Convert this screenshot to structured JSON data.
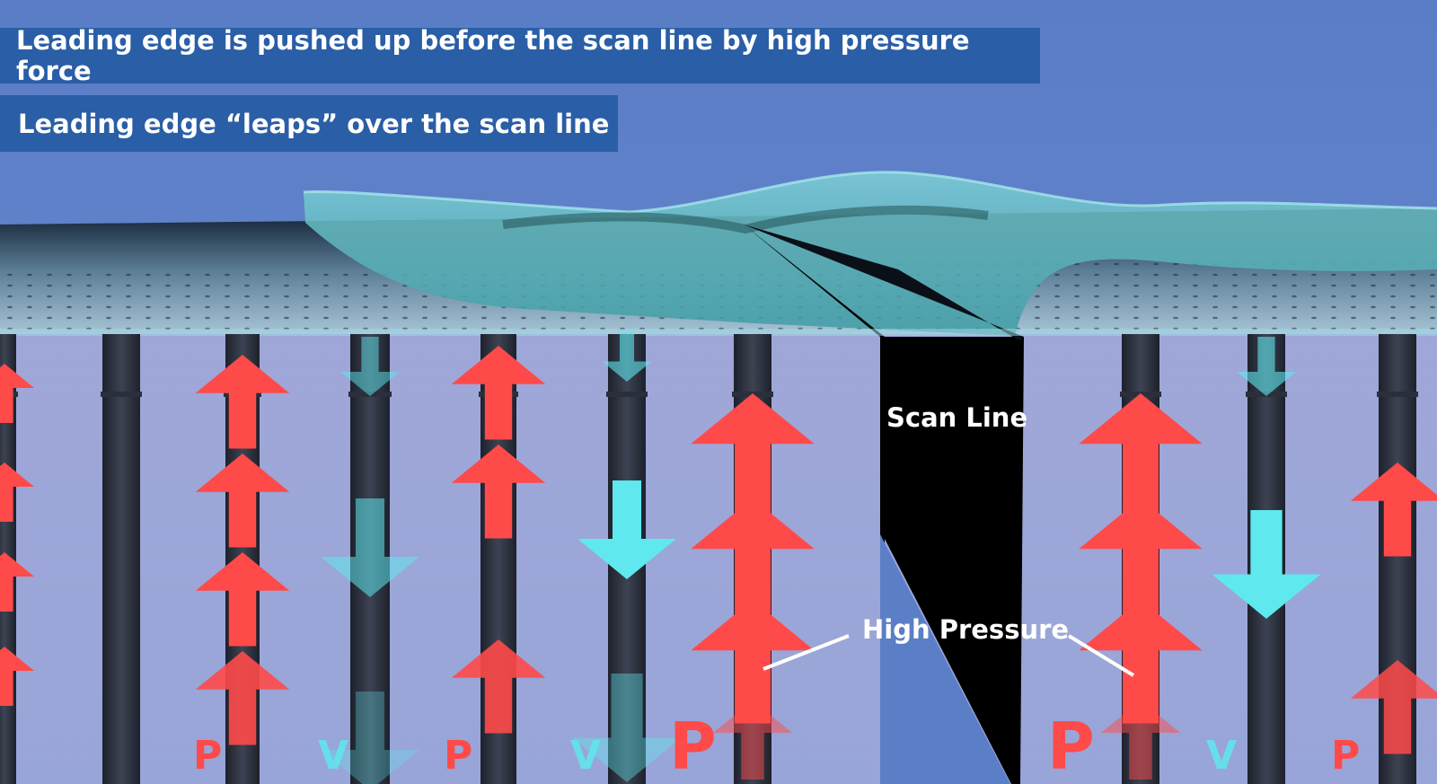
{
  "captions": {
    "line1": "Leading edge is pushed up before the scan line by high pressure force",
    "line2": "Leading edge “leaps” over the scan line"
  },
  "labels": {
    "scan_line": "Scan Line",
    "high_pressure": "High Pressure"
  },
  "markers": [
    {
      "text": "P",
      "kind": "pressure"
    },
    {
      "text": "V",
      "kind": "vacuum"
    },
    {
      "text": "P",
      "kind": "pressure"
    },
    {
      "text": "V",
      "kind": "vacuum"
    },
    {
      "text": "P",
      "kind": "pressure"
    },
    {
      "text": "P",
      "kind": "pressure"
    },
    {
      "text": "V",
      "kind": "vacuum"
    },
    {
      "text": "P",
      "kind": "pressure"
    }
  ],
  "colors": {
    "background": "#5b7fc6",
    "caption_bg": "#2a5ea6",
    "pressure": "#ff4a4a",
    "vacuum": "#5fe8ee",
    "scan_line": "#000000",
    "film": "#4fb3b8"
  }
}
